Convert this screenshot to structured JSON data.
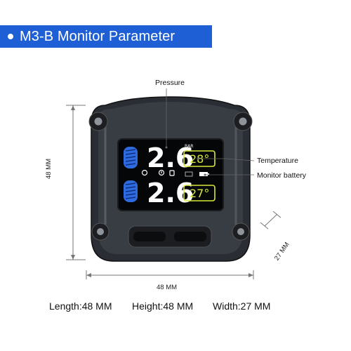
{
  "banner": {
    "title": "M3-B Monitor Parameter"
  },
  "callouts": {
    "pressure": "Pressure",
    "temperature": "Temperature",
    "battery": "Monitor battery"
  },
  "display": {
    "front_pressure": "2.6",
    "rear_pressure": "2.6",
    "unit": "BAR",
    "front_temp": "28°",
    "rear_temp": "27°"
  },
  "dimensions": {
    "height": "48 MM",
    "width": "48 MM",
    "depth": "27 MM"
  },
  "footer": {
    "length": "Length:48 MM",
    "height": "Height:48 MM",
    "width": "Width:27 MM"
  },
  "colors": {
    "banner": "#1f5fd6",
    "tire_icon": "#2f6be0",
    "digits": "#ffffff",
    "temp_box": "#d8e83a"
  }
}
